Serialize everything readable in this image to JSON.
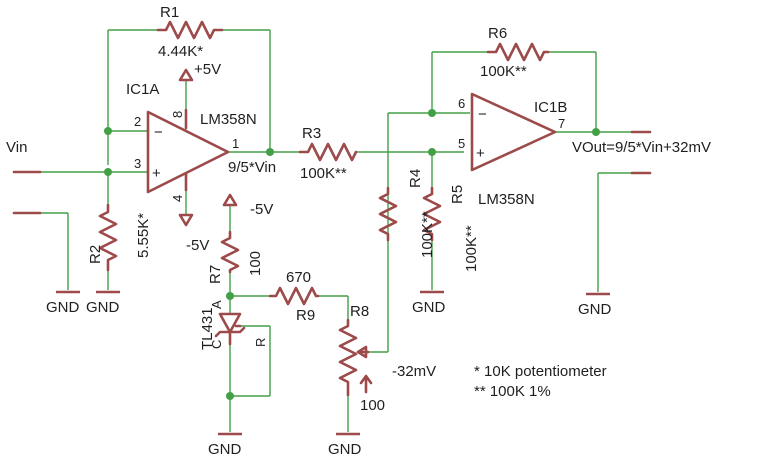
{
  "colors": {
    "wire": "#43a047",
    "part": "#9c4a4a",
    "background": "#ffffff",
    "text": "#1f1f1f"
  },
  "labels": {
    "r1_name": "R1",
    "r1_value": "4.44K*",
    "ic1a_name": "IC1A",
    "ic1a_part": "LM358N",
    "plus5v": "+5V",
    "minus5v_a": "-5V",
    "minus5v_b": "-5V",
    "vin": "Vin",
    "pin8": "8",
    "pin2": "2",
    "pin3": "3",
    "pin1": "1",
    "pin4": "4",
    "minus": "−",
    "plus": "+",
    "out1": "9/5*Vin",
    "r3_name": "R3",
    "r3_value": "100K**",
    "r2_name": "R2",
    "r2_value": "5.55K*",
    "gnd1": "GND",
    "gnd2": "GND",
    "gnd3": "GND",
    "gnd4": "GND",
    "gnd5": "GND",
    "gnd6": "GND",
    "r7_name": "R7",
    "r7_value": "100",
    "r9_name": "R9",
    "r9_value": "670",
    "r8_name": "R8",
    "r8_value": "100",
    "neg32": "-32mV",
    "tl431": "TL431",
    "tl_a": "A",
    "tl_c": "C",
    "tl_r": "R",
    "r6_name": "R6",
    "r6_value": "100K**",
    "ic1b_name": "IC1B",
    "ic1b_part": "LM358N",
    "pin6": "6",
    "pin5": "5",
    "pin7": "7",
    "vout": "VOut=9/5*Vin+32mV",
    "r4_name": "R4",
    "r4_value": "100K**",
    "r5_name": "R5",
    "r5_value": "100K**",
    "note1": "* 10K potentiometer",
    "note2": "** 100K 1%"
  }
}
